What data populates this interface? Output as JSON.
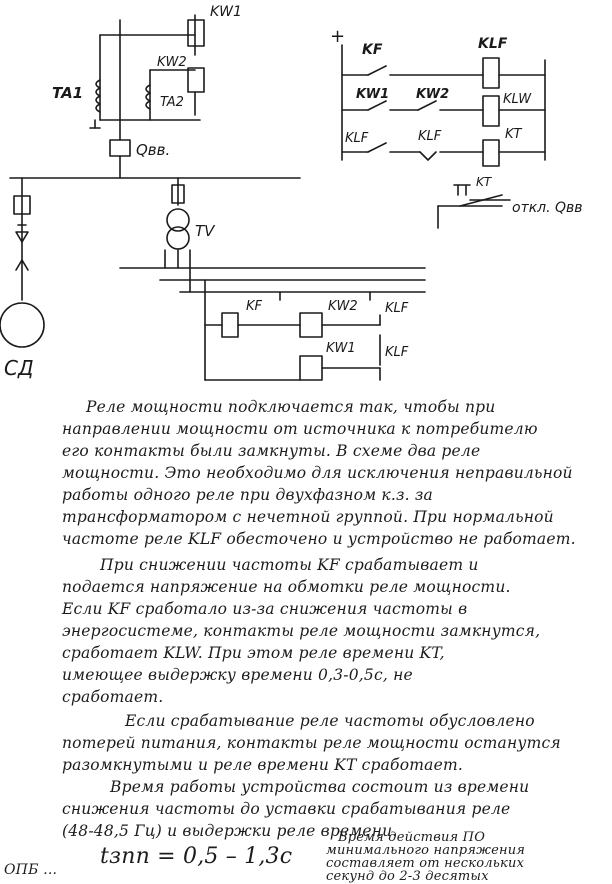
{
  "diagram": {
    "labels": {
      "kw1": "KW1",
      "kw2": "KW2",
      "ta1": "TA1",
      "ta2": "TA2",
      "qvv": "Qвв.",
      "sd": "СД",
      "tv": "TV",
      "plus": "+",
      "kf_top": "KF",
      "klf_top": "KLF",
      "kw1_contact": "KW1",
      "kw2_contact": "KW2",
      "klw": "KLW",
      "klf_contact1": "KLF",
      "klf_contact2": "KLF",
      "kt_coil": "KT",
      "kt_timer": "KT",
      "otkl": "откл. Qвв",
      "kf_bottom": "KF",
      "kw2_bottom": "KW2",
      "kw1_bottom": "KW1",
      "klf_b1": "KLF",
      "klf_b2": "KLF"
    }
  },
  "text": {
    "lines": [
      "Реле мощности подключается так, чтобы при",
      "направлении мощности от источника к потребителю",
      "его контакты были замкнуты. В схеме два реле",
      "мощности. Это необходимо для исключения неправильной",
      "работы одного реле при двухфазном к.з. за",
      "трансформатором с нечетной группой. При нормальной",
      "частоте реле KLF обесточено и устройство не работает.",
      "При снижении частоты KF срабатывает и",
      "подается напряжение на обмотки реле мощности.",
      "Если KF сработало из-за снижения частоты в",
      "энергосистеме, контакты реле мощности замкнутся,",
      "сработает KLW. При этом реле времени KT,",
      "имеющее выдержку времени 0,3-0,5с, не",
      "сработает.",
      "Если срабатывание реле частоты обусловлено",
      "потерей питания, контакты реле мощности останутся",
      "разомкнутыми и реле времени KT сработает.",
      "Время работы устройства состоит из времени",
      "снижения частоты до уставки срабатывания реле",
      "(48-48,5 Гц) и выдержки реле времени."
    ],
    "formula": "tзпп = 0,5 – 1,3с",
    "side_note": [
      "Время действия ПО",
      "минимального напряжения",
      "составляет от нескольких",
      "секунд до 2-3 десятых"
    ],
    "cut_line": "ОПБ ..."
  }
}
